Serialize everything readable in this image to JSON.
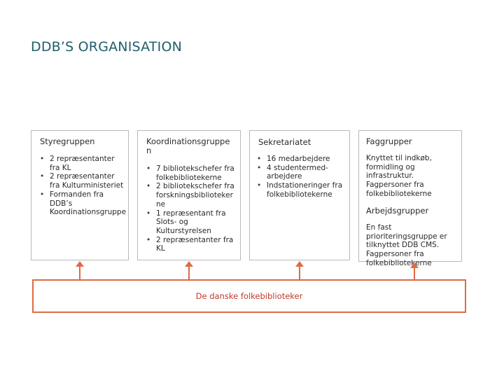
{
  "title": "DDB’S ORGANISATION",
  "columns": [
    {
      "title": "Styregruppen",
      "items": [
        "2 repræsentanter fra KL",
        "2 repræsentanter fra Kulturministeriet",
        "Formanden fra DDB’s Koordinationsgruppe"
      ]
    },
    {
      "title": "Koordinationsgruppe n",
      "items": [
        "7 bibliotekschefer fra folkebibliotekerne",
        "2 bibliotekschefer fra forskningsbiblioteker ne",
        "1 repræsentant fra Slots- og Kulturstyrelsen",
        "2 repræsentanter fra KL"
      ]
    },
    {
      "title": "Sekretariatet",
      "items": [
        "16 medarbejdere",
        "4 studentermed-arbejdere",
        "Indstationeringer fra folkebibliotekerne"
      ]
    },
    {
      "title": "Faggrupper",
      "text": "Knyttet til indkøb, formidling og infrastruktur. Fagpersoner fra folkebibliotekerne",
      "subtitle": "Arbejdsgrupper",
      "subtext": "En fast prioriteringsgruppe er tilknyttet DDB CMS. Fagpersoner fra folkebibliotekerne"
    }
  ],
  "base": {
    "label": "De danske folkebiblioteker"
  },
  "colors": {
    "title": "#1f5f6b",
    "arrow": "#e06a45",
    "base_border": "#e06a45",
    "base_text": "#c0392b"
  }
}
